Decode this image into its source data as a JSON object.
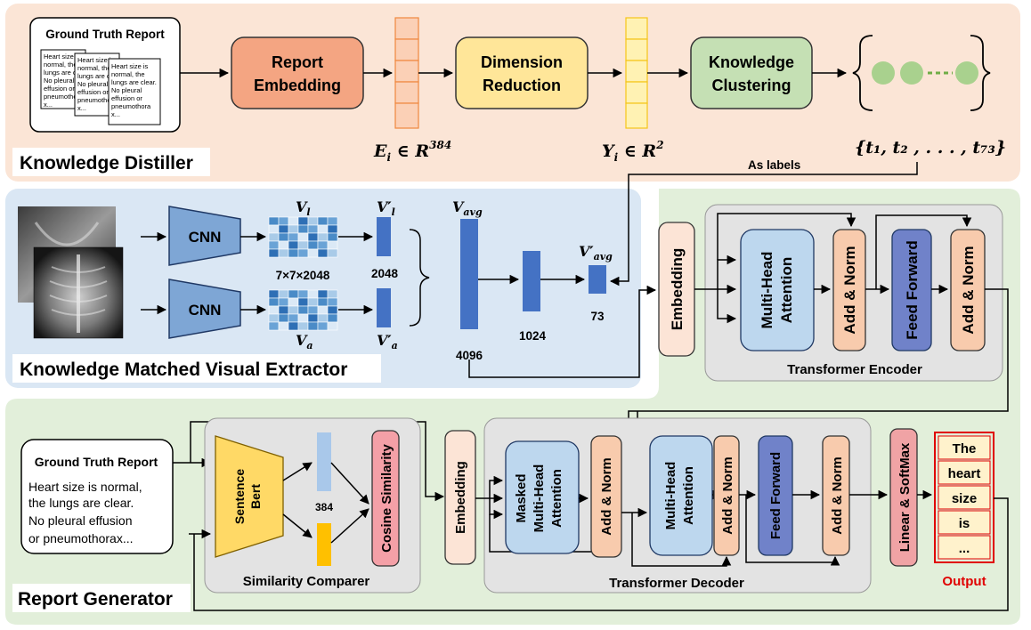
{
  "sections": {
    "distiller": "Knowledge Distiller",
    "extractor": "Knowledge Matched Visual Extractor",
    "generator": "Report Generator"
  },
  "distiller": {
    "gt_title": "Ground Truth Report",
    "doc_text": [
      "Heart size is",
      "normal, the",
      "lungs are clear.",
      "No pleural",
      "effusion or",
      "pneumothora",
      "x..."
    ],
    "report_embedding": [
      "Report",
      "Embedding"
    ],
    "dimension_reduction": [
      "Dimension",
      "Reduction"
    ],
    "knowledge_clustering": [
      "Knowledge",
      "Clustering"
    ],
    "e_label": "E",
    "e_sub": "i",
    "e_rest": " ∈ R",
    "e_sup": "384",
    "y_label": "Y",
    "y_sub": "i",
    "y_rest": " ∈ R",
    "y_sup": "2",
    "topics": "{t₁, t₂ , . . . , t₇₃}",
    "as_labels": "As labels"
  },
  "extractor": {
    "cnn_top": "CNN",
    "cnn_bottom": "CNN",
    "vl": "V",
    "vl_sub": "l",
    "va": "V",
    "va_sub": "a",
    "vl_prime": "V′",
    "vl_prime_sub": "l",
    "va_prime": "V′",
    "va_prime_sub": "a",
    "vavg": "V",
    "vavg_sub": "avg",
    "vavg_prime": "V′",
    "vavg_prime_sub": "avg",
    "dim_feat": "7×7×2048",
    "dim_2048": "2048",
    "dim_4096": "4096",
    "dim_1024": "1024",
    "dim_73": "73"
  },
  "encoder": {
    "embedding": "Embedding",
    "mha": [
      "Multi-Head",
      "Attention"
    ],
    "addnorm1": "Add & Norm",
    "ff": "Feed Forward",
    "addnorm2": "Add & Norm",
    "caption": "Transformer  Encoder"
  },
  "generator": {
    "gt_title": "Ground Truth Report",
    "gt_text": [
      "Heart size is normal,",
      "the lungs are clear.",
      "No pleural effusion",
      "or pneumothorax..."
    ],
    "sbert": [
      "Sentence",
      "Bert"
    ],
    "dim_384": "384",
    "cosine": "Cosine Similarity",
    "comparer_caption": "Similarity  Comparer"
  },
  "decoder": {
    "embedding": "Embedding",
    "masked_mha": [
      "Masked",
      "Multi-Head",
      "Attention"
    ],
    "addnorm1": "Add & Norm",
    "mha": [
      "Multi-Head",
      "Attention"
    ],
    "addnorm2": "Add & Norm",
    "ff": "Feed Forward",
    "addnorm3": "Add & Norm",
    "caption": "Transformer  Decoder",
    "linear_softmax": "Linear & SoftMax"
  },
  "output": {
    "tokens": [
      "The",
      "heart",
      "size",
      "is",
      "..."
    ],
    "label": "Output"
  },
  "colors": {
    "distiller_bg": "#fbe5d6",
    "extractor_bg": "#dae7f4",
    "generator_bg": "#e2efda",
    "report_embedding": "#f4a582",
    "dimension_reduction": "#ffe699",
    "knowledge_clustering": "#c5e0b4",
    "cnn": "#7ea6d5",
    "feature_blue": "#4472c4",
    "attention": "#bdd7ee",
    "add_norm": "#f8cbad",
    "feed_forward": "#7082c9",
    "embedding": "#fce4d6",
    "sbert": "#ffd966",
    "cosine": "#f4a0a7",
    "linear_softmax": "#f0a3a5",
    "output_red": "#e00000",
    "output_fill": "#fff2cc",
    "module_gray": "#e3e3e3"
  }
}
